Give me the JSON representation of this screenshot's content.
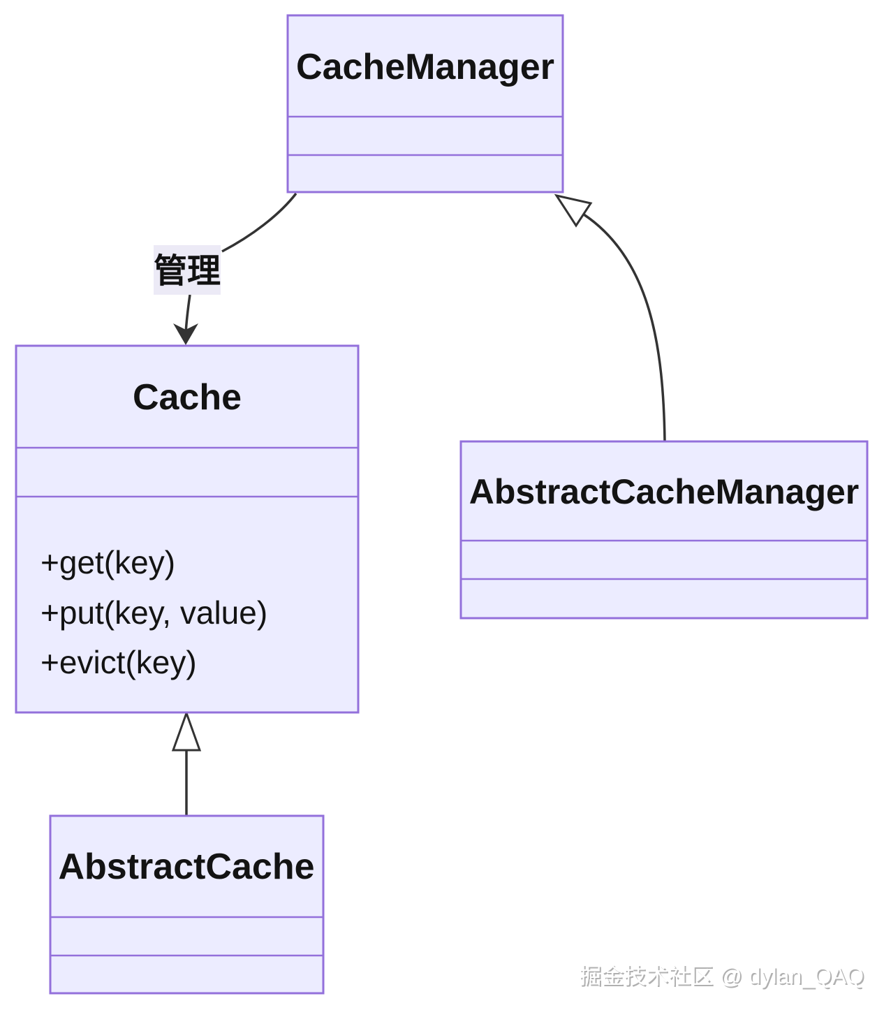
{
  "diagram": {
    "type": "uml-class-diagram",
    "classes": {
      "cache_manager": {
        "name": "CacheManager",
        "attributes": [],
        "methods": []
      },
      "cache": {
        "name": "Cache",
        "attributes": [],
        "methods": [
          "+get(key)",
          "+put(key, value)",
          "+evict(key)"
        ]
      },
      "abstract_cache_manager": {
        "name": "AbstractCacheManager",
        "attributes": [],
        "methods": []
      },
      "abstract_cache": {
        "name": "AbstractCache",
        "attributes": [],
        "methods": []
      }
    },
    "relationships": {
      "manage": {
        "from": "CacheManager",
        "to": "Cache",
        "label": "管理",
        "type": "directed-association"
      },
      "acm_extends_cm": {
        "from": "AbstractCacheManager",
        "to": "CacheManager",
        "label": "",
        "type": "inheritance"
      },
      "ac_extends_c": {
        "from": "AbstractCache",
        "to": "Cache",
        "label": "",
        "type": "inheritance"
      }
    },
    "colors": {
      "class_fill": "#ECECFF",
      "class_border": "#9370DB",
      "edge_stroke": "#333333",
      "text": "#131313",
      "edge_label_bg": "#ECEAF6",
      "background": "#FFFFFF"
    }
  },
  "watermark": {
    "text": "掘金技术社区 @ dylan_QAQ"
  }
}
